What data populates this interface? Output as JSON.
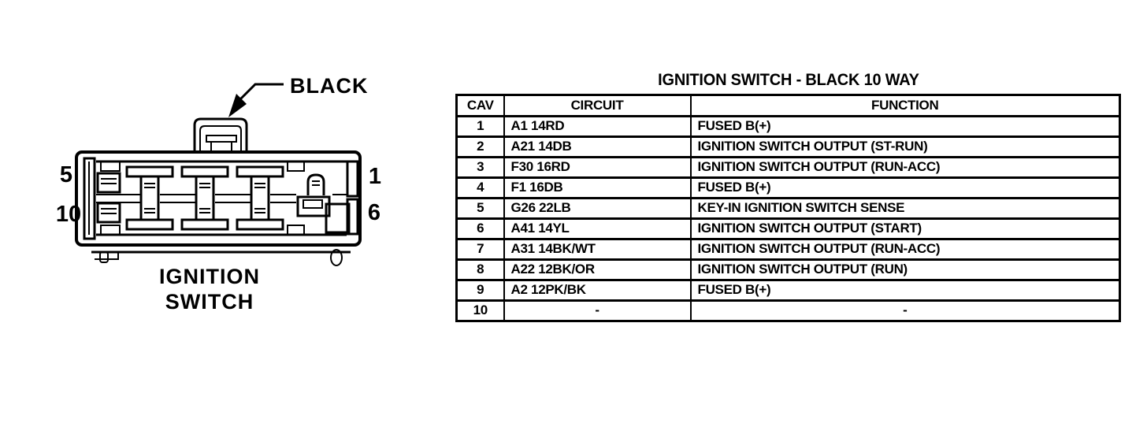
{
  "colors": {
    "ink": "#000000",
    "background": "#ffffff"
  },
  "diagram": {
    "connector_color_label": "BLACK",
    "caption_line1": "IGNITION",
    "caption_line2": "SWITCH",
    "pins": {
      "top_left": "5",
      "bottom_left": "10",
      "top_right": "1",
      "bottom_right": "6"
    }
  },
  "table": {
    "title": "IGNITION SWITCH - BLACK 10 WAY",
    "columns": [
      "CAV",
      "CIRCUIT",
      "FUNCTION"
    ],
    "rows": [
      [
        "1",
        "A1 14RD",
        "FUSED B(+)"
      ],
      [
        "2",
        "A21 14DB",
        "IGNITION SWITCH OUTPUT (ST-RUN)"
      ],
      [
        "3",
        "F30 16RD",
        "IGNITION SWITCH OUTPUT (RUN-ACC)"
      ],
      [
        "4",
        "F1 16DB",
        "FUSED B(+)"
      ],
      [
        "5",
        "G26 22LB",
        "KEY-IN IGNITION SWITCH SENSE"
      ],
      [
        "6",
        "A41 14YL",
        "IGNITION SWITCH OUTPUT (START)"
      ],
      [
        "7",
        "A31 14BK/WT",
        "IGNITION SWITCH OUTPUT (RUN-ACC)"
      ],
      [
        "8",
        "A22 12BK/OR",
        "IGNITION SWITCH OUTPUT (RUN)"
      ],
      [
        "9",
        "A2 12PK/BK",
        "FUSED B(+)"
      ],
      [
        "10",
        "-",
        "-"
      ]
    ]
  }
}
